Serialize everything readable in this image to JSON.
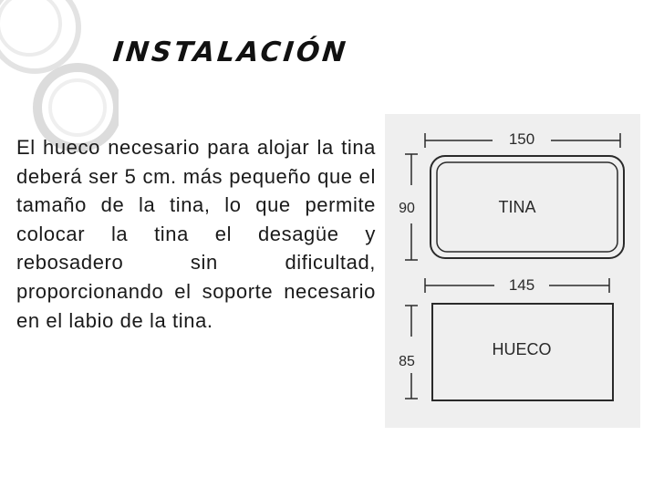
{
  "slide": {
    "title": "INSTALACIÓN",
    "body": "El hueco necesario para alojar la tina deberá ser 5 cm. más pequeño que el tamaño de la tina, lo que permite colocar la tina el desagüe y rebosadero sin dificultad, proporcionando el soporte necesario en el labio de la tina."
  },
  "diagram": {
    "tub": {
      "label": "TINA",
      "width_label": "150",
      "height_label": "90"
    },
    "hole": {
      "label": "HUECO",
      "width_label": "145",
      "height_label": "85"
    }
  },
  "colors": {
    "background": "#ffffff",
    "decor_ring": "#d9d9d9",
    "diagram_bg": "#efefef",
    "ink": "#2a2a2a"
  }
}
